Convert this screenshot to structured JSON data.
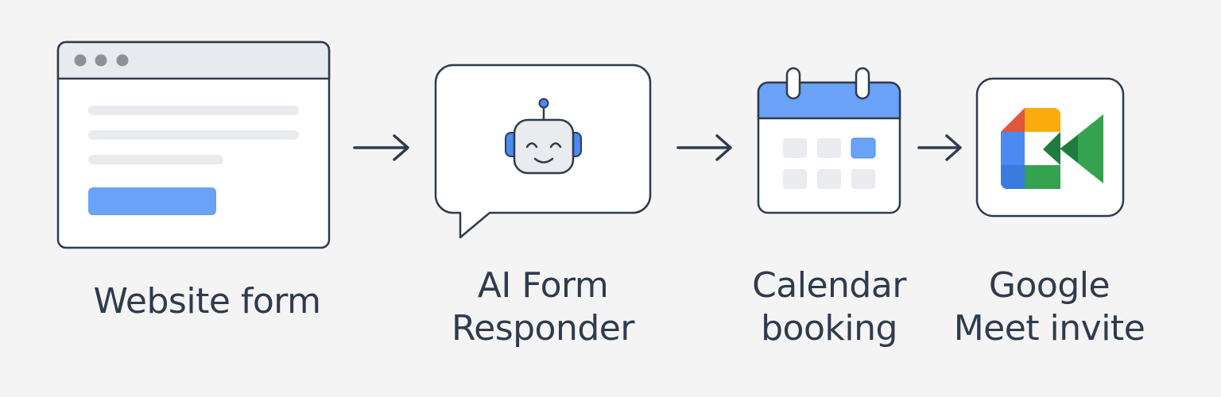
{
  "steps": [
    {
      "id": "website-form",
      "lines": [
        "Website form"
      ],
      "icon": "browser-window-icon"
    },
    {
      "id": "ai-form-responder",
      "lines": [
        "AI Form",
        "Responder"
      ],
      "icon": "robot-chat-bubble-icon"
    },
    {
      "id": "calendar-booking",
      "lines": [
        "Calendar",
        "booking"
      ],
      "icon": "calendar-icon"
    },
    {
      "id": "google-meet-invite",
      "lines": [
        "Google",
        "Meet invite"
      ],
      "icon": "google-meet-icon"
    }
  ],
  "arrows": [
    "arrow-right-icon",
    "arrow-right-icon",
    "arrow-right-icon"
  ],
  "colors": {
    "background": "#f4f4f4",
    "stroke": "#2f3b4d",
    "accent_blue": "#69a2f7",
    "placeholder_gray": "#e9ebef",
    "meet_red": "#e2553d",
    "meet_yellow": "#f9ac0c",
    "meet_green": "#35a24f",
    "meet_dark_green": "#1f7c3c",
    "meet_blue": "#4a8af4"
  }
}
